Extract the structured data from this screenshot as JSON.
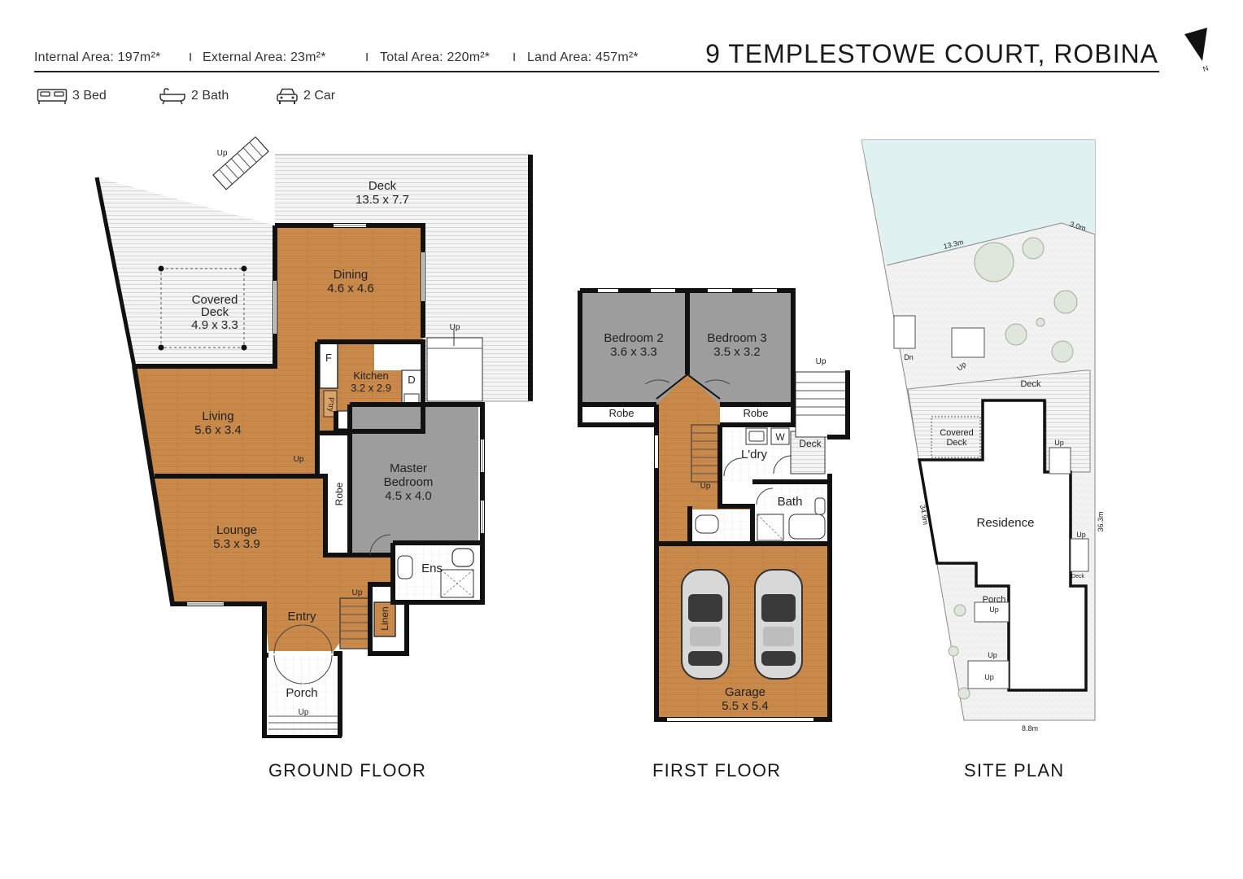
{
  "header": {
    "internal": "Internal Area: 197m²*",
    "external": "External Area: 23m²*",
    "total": "Total Area: 220m²*",
    "land": "Land Area: 457m²*",
    "separator": "I",
    "address": "9 TEMPLESTOWE COURT, ROBINA",
    "north": "N"
  },
  "features": {
    "bed": "3 Bed",
    "bath": "2 Bath",
    "car": "2 Car"
  },
  "colors": {
    "wood": "#c8894a",
    "carpet": "#9d9d9d",
    "water": "#dff1f1",
    "wall": "#111111"
  },
  "ground": {
    "caption": "GROUND FLOOR",
    "deck": [
      "Deck",
      "13.5 x 7.7"
    ],
    "covered_deck": [
      "Covered",
      "Deck",
      "4.9 x 3.3"
    ],
    "dining": [
      "Dining",
      "4.6 x 4.6"
    ],
    "kitchen": [
      "Kitchen",
      "3.2 x 2.9"
    ],
    "living": [
      "Living",
      "5.6 x 3.4"
    ],
    "master": [
      "Master",
      "Bedroom",
      "4.5 x 4.0"
    ],
    "lounge": [
      "Lounge",
      "5.3 x 3.9"
    ],
    "entry": "Entry",
    "ens": "Ens",
    "porch": "Porch",
    "robe": "Robe",
    "linen": "Linen",
    "fridge": "F",
    "dishwasher": "D",
    "pantry": "P'try",
    "up": "Up"
  },
  "first": {
    "caption": "FIRST FLOOR",
    "bed2": [
      "Bedroom 2",
      "3.6 x 3.3"
    ],
    "bed3": [
      "Bedroom 3",
      "3.5 x 3.2"
    ],
    "robe": "Robe",
    "laundry": "L'dry",
    "washer": "W",
    "deck": "Deck",
    "bath": "Bath",
    "garage": [
      "Garage",
      "5.5 x 5.4"
    ],
    "up": "Up"
  },
  "site": {
    "caption": "SITE PLAN",
    "deck": "Deck",
    "covered_deck": [
      "Covered",
      "Deck"
    ],
    "residence": "Residence",
    "porch": "Porch",
    "dn": "Dn",
    "up": "Up",
    "deck_small": "Deck",
    "dims": [
      "13.3m",
      "3.0m",
      "34.9m",
      "36.3m",
      "8.8m"
    ]
  }
}
